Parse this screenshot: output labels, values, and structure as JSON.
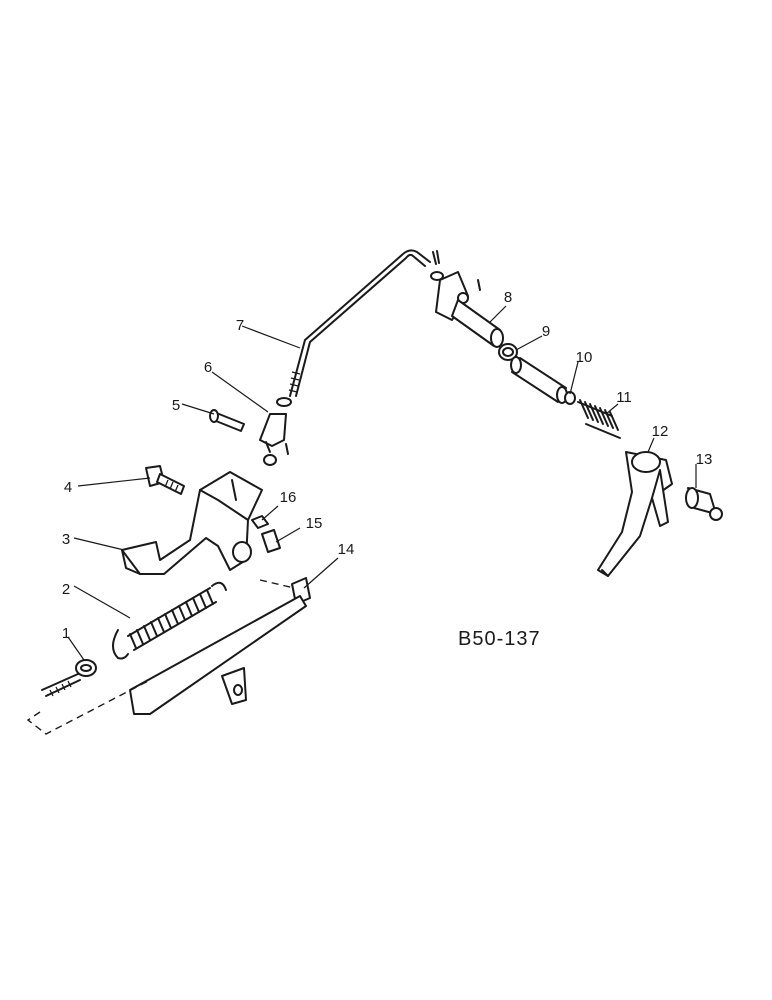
{
  "diagram": {
    "reference_code": "B50-137",
    "callouts": [
      "1",
      "2",
      "3",
      "4",
      "5",
      "6",
      "7",
      "8",
      "9",
      "10",
      "11",
      "12",
      "13",
      "14",
      "15",
      "16"
    ]
  }
}
